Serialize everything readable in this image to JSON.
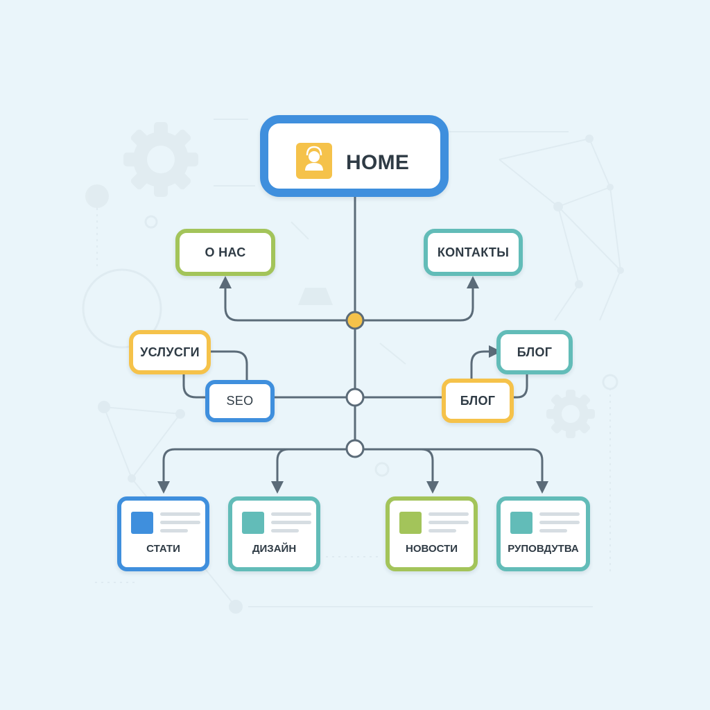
{
  "colors": {
    "blue": "#3f8fdd",
    "green": "#a3c45a",
    "teal": "#62bcb8",
    "yellow": "#f5c24a",
    "line": "#5b6b78",
    "background": "#eaf5fa"
  },
  "icons": {
    "home": "user-icon"
  },
  "nodes": {
    "home": "HOME",
    "about": "О НАС",
    "contacts": "КОNТАКТЫ",
    "services": "УСЛУСГИ",
    "seo": "SEO",
    "blog_center": "БЛОГ",
    "blog_top": "БЛОГ"
  },
  "cards": [
    {
      "label": "СТАТИ",
      "color": "blue"
    },
    {
      "label": "ДИЗАЙН",
      "color": "teal"
    },
    {
      "label": "НОВОСТИ",
      "color": "green"
    },
    {
      "label": "РУПОВДУТВА",
      "color": "teal"
    }
  ]
}
